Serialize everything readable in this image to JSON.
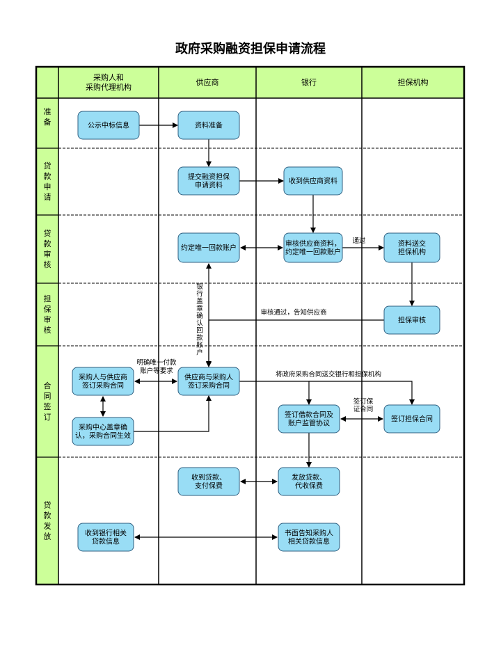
{
  "title": "政府采购融资担保申请流程",
  "columns": [
    {
      "id": "col-purchaser",
      "lines": [
        "采购人和",
        "采购代理机构"
      ]
    },
    {
      "id": "col-supplier",
      "lines": [
        "供应商"
      ]
    },
    {
      "id": "col-bank",
      "lines": [
        "银行"
      ]
    },
    {
      "id": "col-guarantor",
      "lines": [
        "担保机构"
      ]
    }
  ],
  "stages": [
    {
      "id": "stage-prepare",
      "chars": [
        "准",
        "备"
      ]
    },
    {
      "id": "stage-apply",
      "chars": [
        "贷",
        "款",
        "申",
        "请"
      ]
    },
    {
      "id": "stage-review",
      "chars": [
        "贷",
        "款",
        "审",
        "核"
      ]
    },
    {
      "id": "stage-guarantee-review",
      "chars": [
        "担",
        "保",
        "审",
        "核"
      ]
    },
    {
      "id": "stage-contract",
      "chars": [
        "合",
        "同",
        "签",
        "订"
      ]
    },
    {
      "id": "stage-disburse",
      "chars": [
        "贷",
        "款",
        "发",
        "放"
      ]
    }
  ],
  "nodes": [
    {
      "id": "publish-award",
      "lines": [
        "公示中标信息"
      ]
    },
    {
      "id": "prepare-docs",
      "lines": [
        "资料准备"
      ]
    },
    {
      "id": "submit-application",
      "lines": [
        "提交融资担保",
        "申请资料"
      ]
    },
    {
      "id": "receive-docs",
      "lines": [
        "收到供应商资料"
      ]
    },
    {
      "id": "agree-account",
      "lines": [
        "约定唯一回款账户"
      ]
    },
    {
      "id": "review-docs",
      "lines": [
        "审核供应商资料，",
        "约定唯一回款账户"
      ]
    },
    {
      "id": "send-to-guarantor",
      "lines": [
        "资料送交",
        "担保机构"
      ]
    },
    {
      "id": "guarantee-review",
      "lines": [
        "担保审核"
      ]
    },
    {
      "id": "purchaser-sign",
      "lines": [
        "采购人与供应商",
        "签订采购合同"
      ]
    },
    {
      "id": "supplier-sign",
      "lines": [
        "供应商与采购人",
        "签订采购合同"
      ]
    },
    {
      "id": "center-seal",
      "lines": [
        "采购中心盖章确",
        "认，采购合同生效"
      ]
    },
    {
      "id": "sign-loan-contract",
      "lines": [
        "签订借款合同及",
        "账户监管协议"
      ]
    },
    {
      "id": "sign-guarantee-contract",
      "lines": [
        "签订担保合同"
      ]
    },
    {
      "id": "receive-loan",
      "lines": [
        "收到贷款、",
        "支付保费"
      ]
    },
    {
      "id": "issue-loan",
      "lines": [
        "发放贷款、",
        "代收保费"
      ]
    },
    {
      "id": "receive-loan-info",
      "lines": [
        "收到银行相关",
        "贷款信息"
      ]
    },
    {
      "id": "notify-purchaser",
      "lines": [
        "书面告知采购人",
        "相关贷款信息"
      ]
    }
  ],
  "edge_labels": [
    {
      "id": "label-approved",
      "lines": [
        "通过"
      ]
    },
    {
      "id": "label-bank-seal",
      "lines": [
        "银",
        "行",
        "盖",
        "章",
        "确",
        "认",
        "回",
        "款",
        "账",
        "户"
      ]
    },
    {
      "id": "label-notify-supplier",
      "lines": [
        "审核通过，告知供应商"
      ]
    },
    {
      "id": "label-specify-account",
      "lines": [
        "明确唯一付款",
        "账户等要求"
      ]
    },
    {
      "id": "label-deliver-contract",
      "lines": [
        "将政府采购合同送交银行和担保机构"
      ]
    },
    {
      "id": "label-sign-guarantee",
      "lines": [
        "签订保",
        "证合同"
      ]
    }
  ],
  "colors": {
    "header_fill": "#ccff99",
    "node_fill": "#99ddf5",
    "node_stroke": "#2f5f80",
    "border": "#000000",
    "divider": "#000000"
  }
}
